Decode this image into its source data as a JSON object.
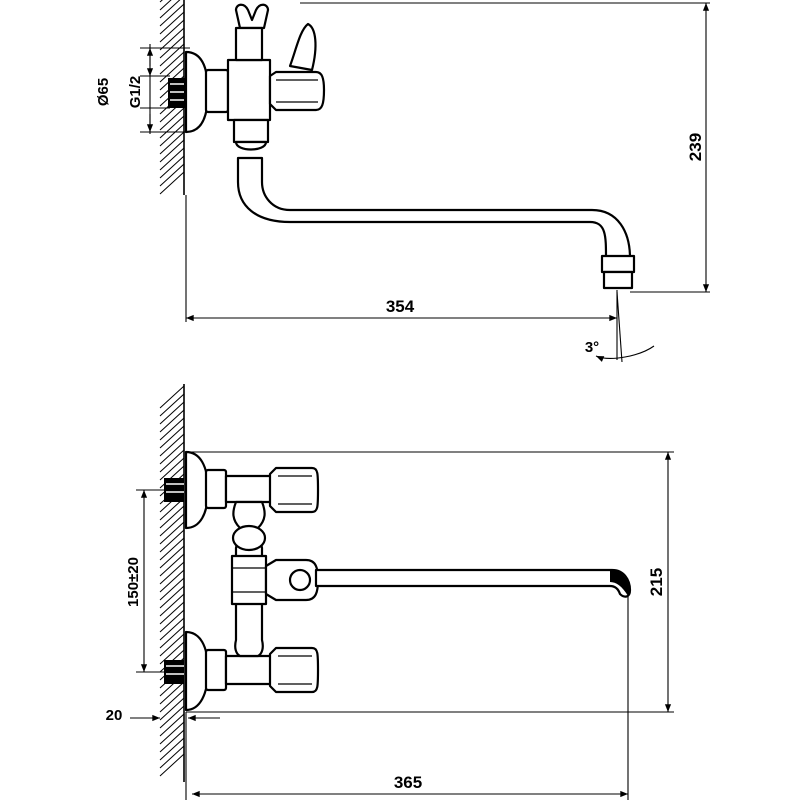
{
  "top_view": {
    "dim_diameter": "Ø65",
    "dim_thread": "G1/2",
    "dim_height": "239",
    "dim_length": "354",
    "dim_angle": "3°"
  },
  "front_view": {
    "dim_spacing": "150±20",
    "dim_height": "215",
    "dim_offset": "20",
    "dim_length": "365"
  }
}
